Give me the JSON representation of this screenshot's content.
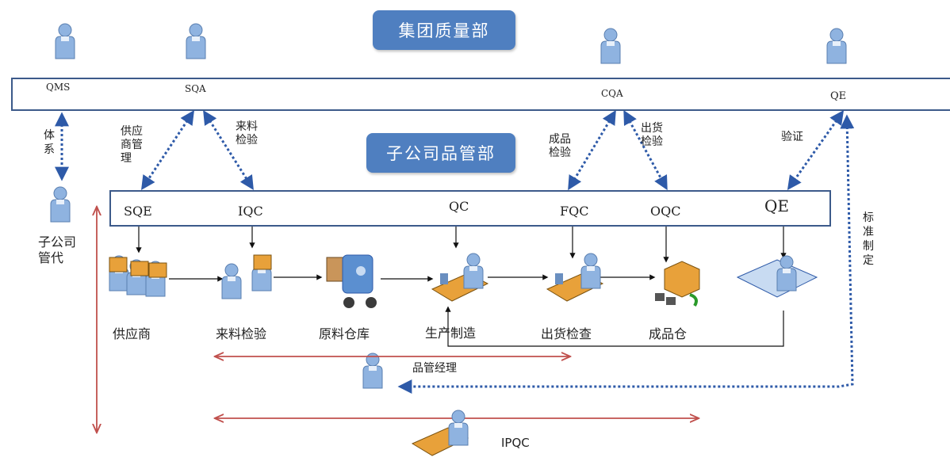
{
  "group_dept": "集团质量部",
  "sub_dept": "子公司品管部",
  "group_roles": {
    "qms": "QMS",
    "sqa": "SQA",
    "cqa": "CQA",
    "qe": "QE"
  },
  "sub_roles": {
    "sqe": "SQE",
    "iqc": "IQC",
    "qc": "QC",
    "fqc": "FQC",
    "oqc": "OQC",
    "qe": "QE"
  },
  "links": {
    "tixi": "体系",
    "supplier_mgmt": "供应\n商管\n理",
    "incoming_inspect": "来料\n检验",
    "product_inspect": "成品\n检验",
    "shipment_inspect": "出货\n检验",
    "verify": "验证",
    "standard": "标准制定"
  },
  "sub_rep": "子公司\n管代",
  "flow": {
    "supplier": "供应商",
    "incoming": "来料检验",
    "raw_warehouse": "原料仓库",
    "production": "生产制造",
    "shipment_check": "出货检查",
    "finished_warehouse": "成品仓"
  },
  "qc_manager": "品管经理",
  "ipqc": "IPQC",
  "colors": {
    "box": "#4f7fc0",
    "band": "#3c5a8a",
    "dotted": "#2e5aa8",
    "red": "#c0504d",
    "person": "#8fb3e0"
  }
}
